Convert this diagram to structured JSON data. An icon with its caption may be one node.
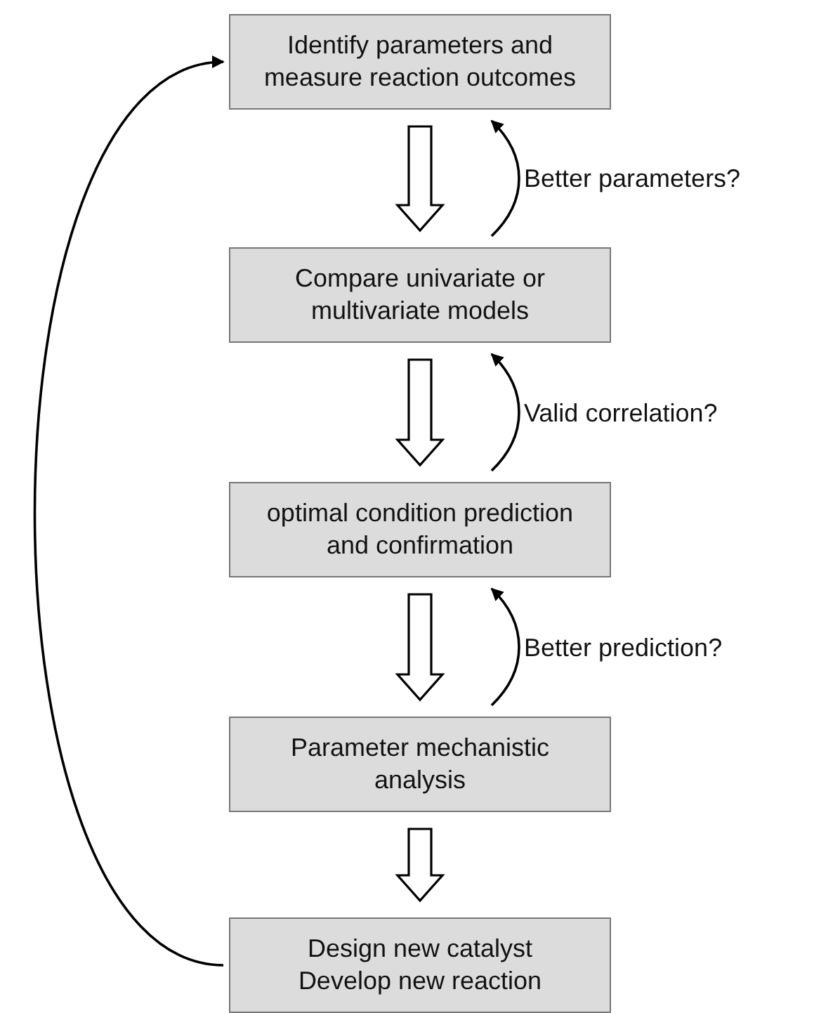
{
  "diagram": {
    "nodes": [
      {
        "text": [
          "Identify parameters and measure reaction outcomes"
        ]
      },
      {
        "text": [
          "Compare univariate or multivariate models"
        ]
      },
      {
        "text": [
          "optimal condition prediction and confirmation"
        ]
      },
      {
        "text": [
          "Parameter mechanistic analysis"
        ]
      },
      {
        "text": [
          "Design new catalyst",
          "Develop new reaction"
        ]
      }
    ],
    "edges": [
      {
        "from": 0,
        "to": 1,
        "arrow": "to",
        "style": "thick"
      },
      {
        "from": 1,
        "to": 0,
        "arrow": "to",
        "label": "Better parameters?"
      },
      {
        "from": 1,
        "to": 2,
        "arrow": "to",
        "style": "thick"
      },
      {
        "from": 2,
        "to": 1,
        "arrow": "to",
        "label": "Valid correlation?"
      },
      {
        "from": 2,
        "to": 3,
        "arrow": "to",
        "style": "thick"
      },
      {
        "from": 3,
        "to": 2,
        "arrow": "to",
        "label": "Better prediction?"
      },
      {
        "from": 3,
        "to": 4,
        "arrow": "to",
        "style": "thick"
      },
      {
        "from": 4,
        "to": 0,
        "arrow": "to"
      }
    ]
  }
}
